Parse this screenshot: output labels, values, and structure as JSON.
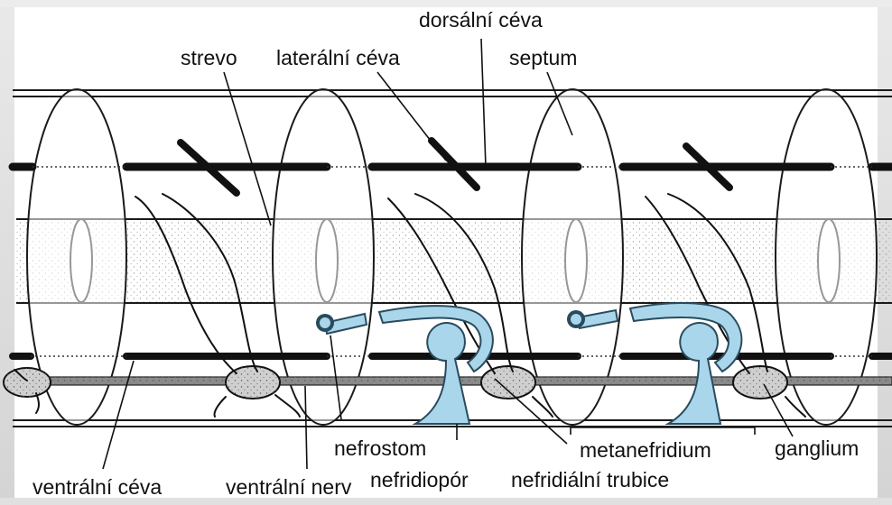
{
  "labels": {
    "dorsalni_ceva": "dorsální céva",
    "strevo": "strevo",
    "lateralni_ceva": "laterální céva",
    "septum": "septum",
    "nefrostom": "nefrostom",
    "metanefridium": "metanefridium",
    "ganglium": "ganglium",
    "ventralni_ceva": "ventrální céva",
    "ventralni_nerv": "ventrální nerv",
    "nefridiopor": "nefridiopór",
    "nefridialni_trubice": "nefridiální trubice"
  },
  "colors": {
    "nephridium": "#a9d6ea",
    "nephridium_stroke": "#2a4b5e",
    "vessel": "#111111",
    "outline": "#1a1a1a",
    "background": "#ffffff"
  }
}
